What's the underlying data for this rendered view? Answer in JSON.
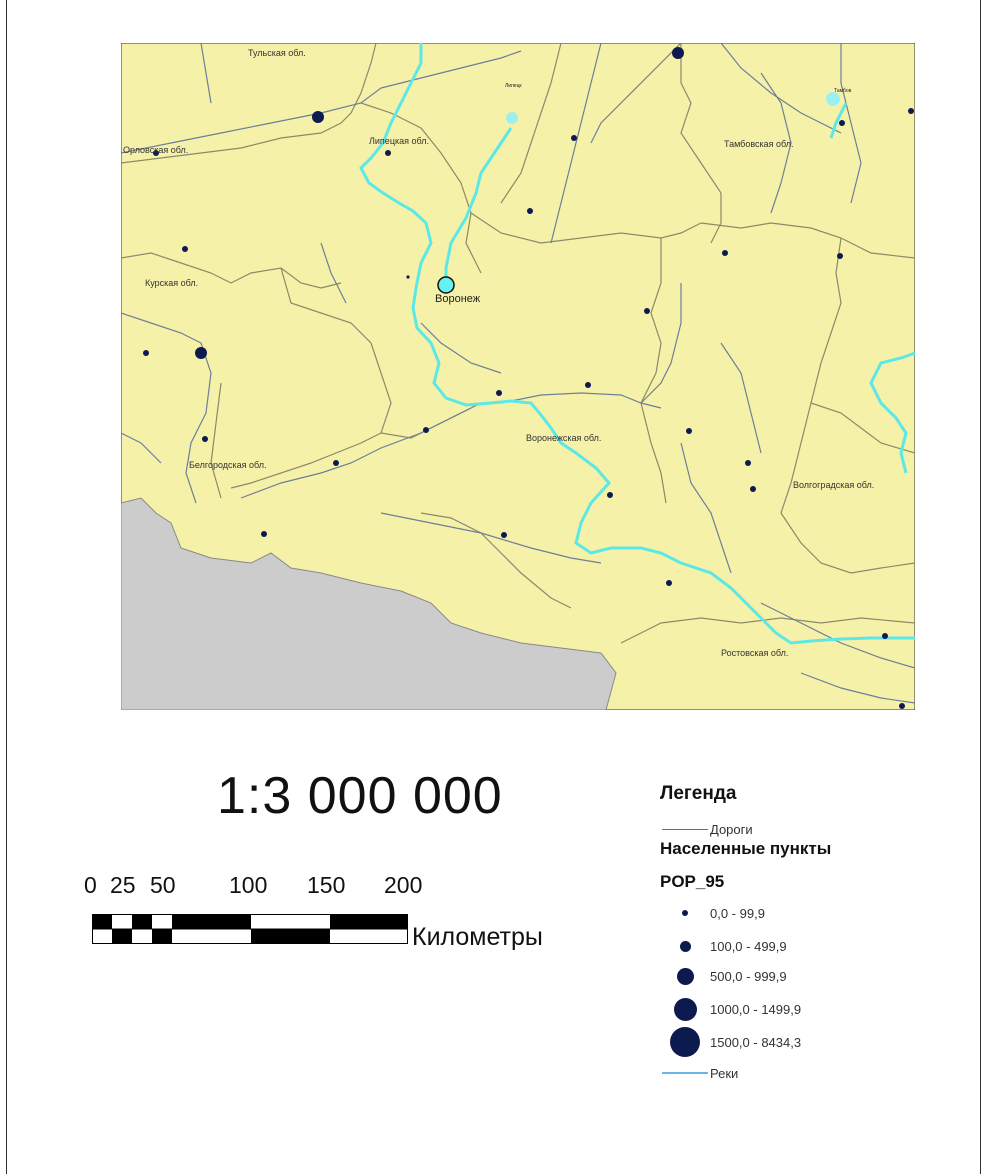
{
  "map": {
    "region_labels": [
      "Тульская обл.",
      "Орловская обл.",
      "Липецкая обл.",
      "Тамбовская обл.",
      "Курская обл.",
      "Белгородская обл.",
      "Воронежская обл.",
      "Волгоградская обл.",
      "Ростовская обл."
    ],
    "city_labels": [
      "Воронеж",
      "Липецк",
      "Тамбов"
    ],
    "colors": {
      "land": "#f6f1a8",
      "foreign": "#cccccc",
      "river": "#5de8e8",
      "road": "#7a8aa0",
      "border": "#8a8a6a",
      "city": "#0d1a4f",
      "capital": "#66f0f0"
    }
  },
  "scale": {
    "ratio": "1:3 000 000",
    "ticks": [
      "0",
      "25",
      "50",
      "100",
      "150",
      "200"
    ],
    "unit": "Километры"
  },
  "legend": {
    "title": "Легенда",
    "roads_label": "Дороги",
    "settlements_title": "Населенные пункты",
    "field_name": "POP_95",
    "classes": [
      "0,0 - 99,9",
      "100,0 - 499,9",
      "500,0 - 999,9",
      "1000,0 - 1499,9",
      "1500,0 - 8434,3"
    ],
    "rivers_label": "Реки",
    "colors": {
      "road": "#d24040",
      "river": "#6ab4e6",
      "symbol": "#0d1a4f"
    }
  }
}
